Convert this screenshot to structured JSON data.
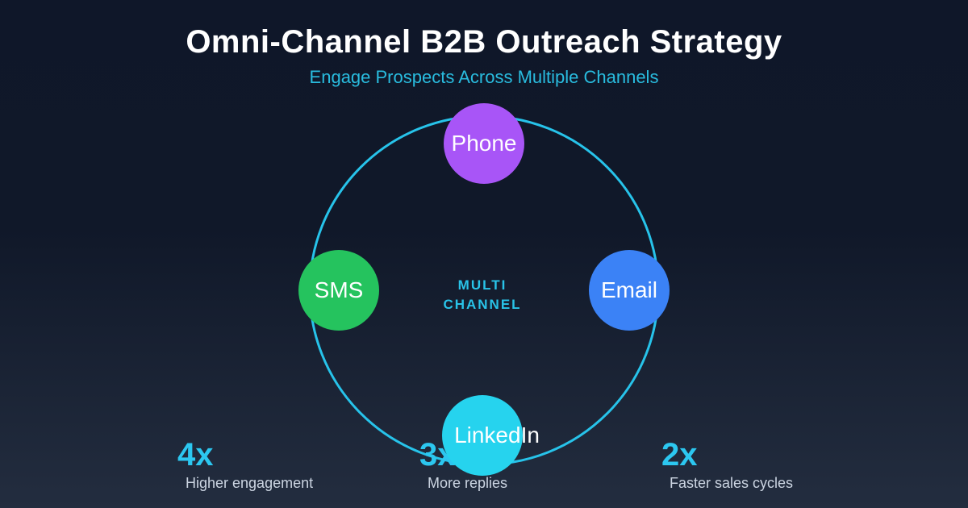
{
  "page": {
    "title": "Omni-Channel B2B Outreach Strategy",
    "subtitle": "Engage Prospects Across Multiple Channels"
  },
  "diagram": {
    "ring_color": "#27c3ea",
    "center_label": {
      "line1": "MULTI",
      "line2": "CHANNEL"
    },
    "nodes": [
      {
        "id": "phone",
        "label": "Phone",
        "color": "#a855f7"
      },
      {
        "id": "sms",
        "label": "SMS",
        "color": "#25c35e"
      },
      {
        "id": "email",
        "label": "Email",
        "color": "#3b82f6"
      },
      {
        "id": "linkedin",
        "label": "LinkedIn",
        "color": "#26d3ee"
      }
    ]
  },
  "stats": [
    {
      "value": "4x",
      "label": "Higher engagement"
    },
    {
      "value": "3x",
      "label": "More replies"
    },
    {
      "value": "2x",
      "label": "Faster sales cycles"
    }
  ],
  "colors": {
    "background_top": "#0f1729",
    "background_bottom": "#232d3f",
    "accent_cyan": "#2cc7f0",
    "subtitle_cyan": "#29bcdf",
    "center_label_cyan": "#29c3e8",
    "title_text": "#ffffff",
    "stat_label_text": "#ccd5e2"
  }
}
